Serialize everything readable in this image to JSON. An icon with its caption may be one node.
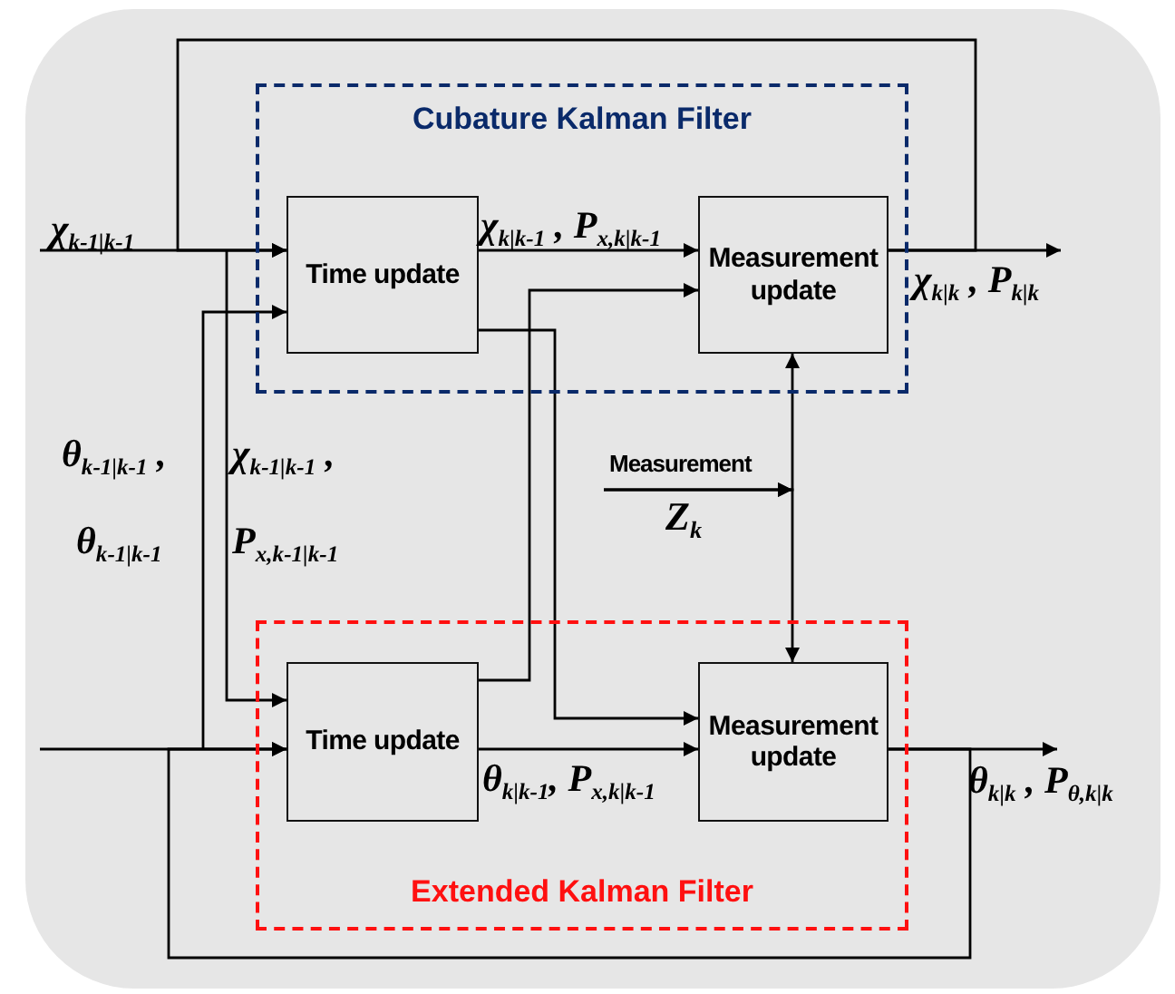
{
  "diagram": {
    "nodes": [
      {
        "text": [
          "Cubature Kalman Filter"
        ]
      },
      {
        "text": [
          "Time update"
        ],
        "in": 0
      },
      {
        "text": [
          "Measurement update"
        ],
        "in": 0
      },
      {
        "text": [
          "Extended Kalman Filter"
        ]
      },
      {
        "text": [
          "Time update"
        ],
        "in": 3
      },
      {
        "text": [
          "Measurement update"
        ],
        "in": 3
      },
      {
        "text": [
          "Measurement",
          "Z$_{k}$"
        ]
      }
    ],
    "edges": [
      {
        "from": null,
        "to": 1,
        "arrow": "to",
        "label": "χ$_{k-1|k-1}$"
      },
      {
        "from": 1,
        "to": 2,
        "arrow": "to",
        "label": "χ$_{k|k-1}$ , P$_{x,k|k-1}$"
      },
      {
        "from": 2,
        "to": null,
        "arrow": "to",
        "label": "χ$_{k|k}$ , P$_{k|k}$"
      },
      {
        "from": 2,
        "to": 1,
        "arrow": "to"
      },
      {
        "from": null,
        "to": 4,
        "arrow": "to"
      },
      {
        "from": 4,
        "to": 5,
        "arrow": "to",
        "label": "θ$_{k|k-1}$, P$_{x,k|k-1}$"
      },
      {
        "from": 5,
        "to": null,
        "arrow": "to",
        "label": "θ$_{k|k}$ , P$_{θ,k|k}$"
      },
      {
        "from": 5,
        "to": 4,
        "arrow": "to"
      },
      {
        "from": 1,
        "to": 5,
        "arrow": "to"
      },
      {
        "from": 4,
        "to": 2,
        "arrow": "to"
      },
      {
        "from": null,
        "to": 4,
        "arrow": "to"
      },
      {
        "from": null,
        "to": 1,
        "arrow": "to"
      },
      {
        "from": 6,
        "to": 2,
        "arrow": "to"
      },
      {
        "from": 6,
        "to": 5,
        "arrow": "to"
      }
    ],
    "labels": [
      "θ$_{k-1|k-1}$ ,",
      "χ$_{k-1|k-1}$ ,",
      "θ$_{k-1|k-1}$",
      "P$_{x,k-1|k-1}$"
    ]
  }
}
